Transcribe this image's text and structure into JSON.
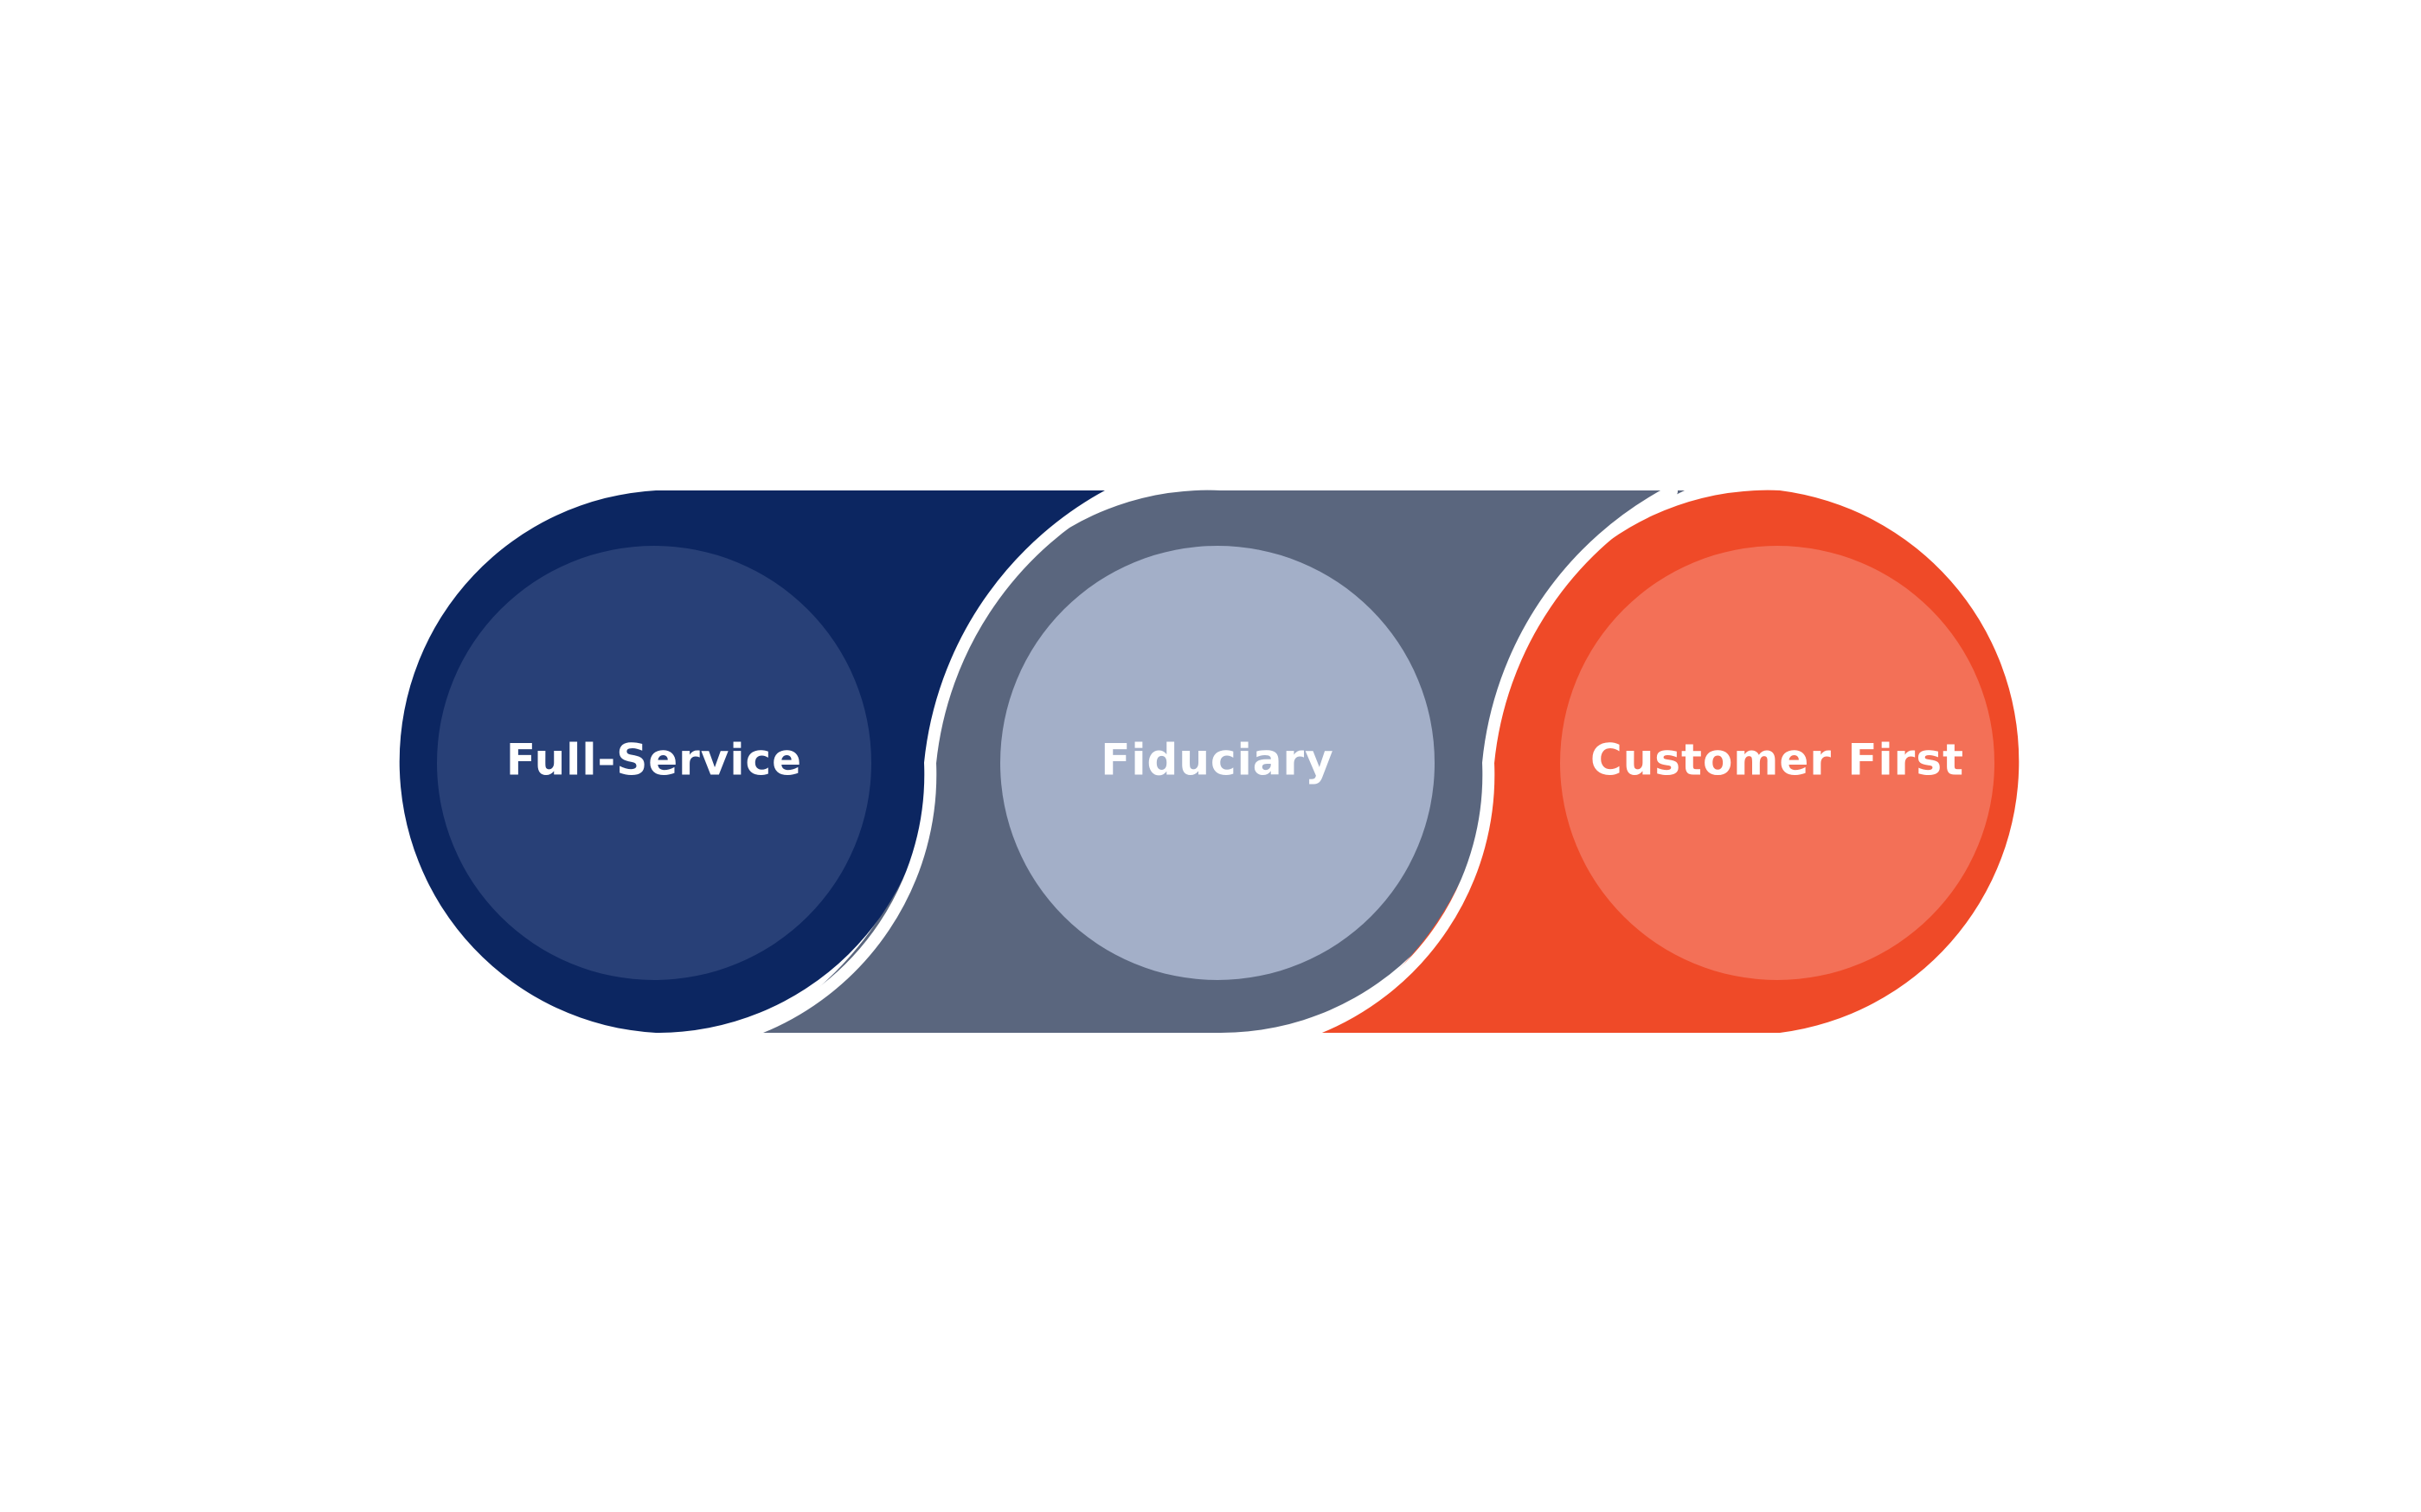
{
  "diagram": {
    "items": [
      {
        "label": "Full-Service",
        "outer_color": "#0C2661",
        "inner_color": "#284077"
      },
      {
        "label": "Fiduciary",
        "outer_color": "#5A667E",
        "inner_color": "#A3AFC8"
      },
      {
        "label": "Customer First",
        "outer_color": "#EF4A28",
        "inner_color": "#F37057"
      }
    ],
    "separator_color": "#FFFFFF"
  }
}
